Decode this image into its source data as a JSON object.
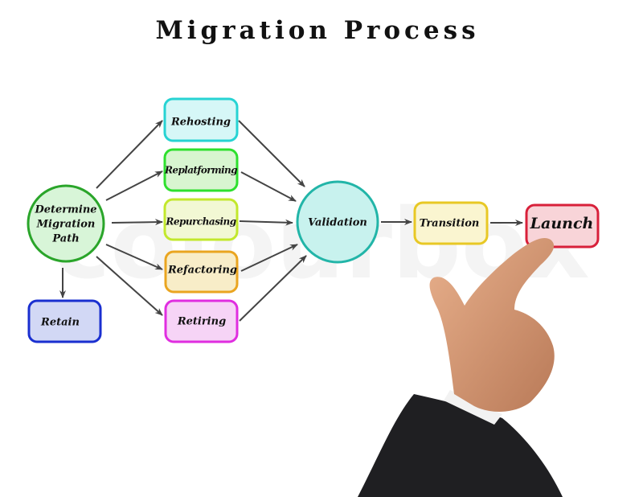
{
  "title": "Migration Process",
  "watermark": "colourbox",
  "nodes": {
    "determine": {
      "label_lines": [
        "Determine",
        "Migration",
        "Path"
      ],
      "stroke": "#2aa52a",
      "fill": "#d8f5d8"
    },
    "retain": {
      "label": "Retain",
      "stroke": "#1a2fd0",
      "fill": "#d2d8f5"
    },
    "rehosting": {
      "label": "Rehosting",
      "stroke": "#27d3d3",
      "fill": "#d6f7f7"
    },
    "replatforming": {
      "label": "Replatforming",
      "stroke": "#2ee02e",
      "fill": "#d8f5d0"
    },
    "repurchasing": {
      "label": "Repurchasing",
      "stroke": "#c2e82c",
      "fill": "#f2f8d4"
    },
    "refactoring": {
      "label": "Refactoring",
      "stroke": "#eaa520",
      "fill": "#f8edc8"
    },
    "retiring": {
      "label": "Retiring",
      "stroke": "#e02ee0",
      "fill": "#f6d4f6"
    },
    "validation": {
      "label": "Validation",
      "stroke": "#22b5a8",
      "fill": "#c8f2ee"
    },
    "transition": {
      "label": "Transition",
      "stroke": "#e8c825",
      "fill": "#faf5d0"
    },
    "launch": {
      "label": "Launch",
      "stroke": "#d8203a",
      "fill": "#f8d4d8"
    }
  }
}
